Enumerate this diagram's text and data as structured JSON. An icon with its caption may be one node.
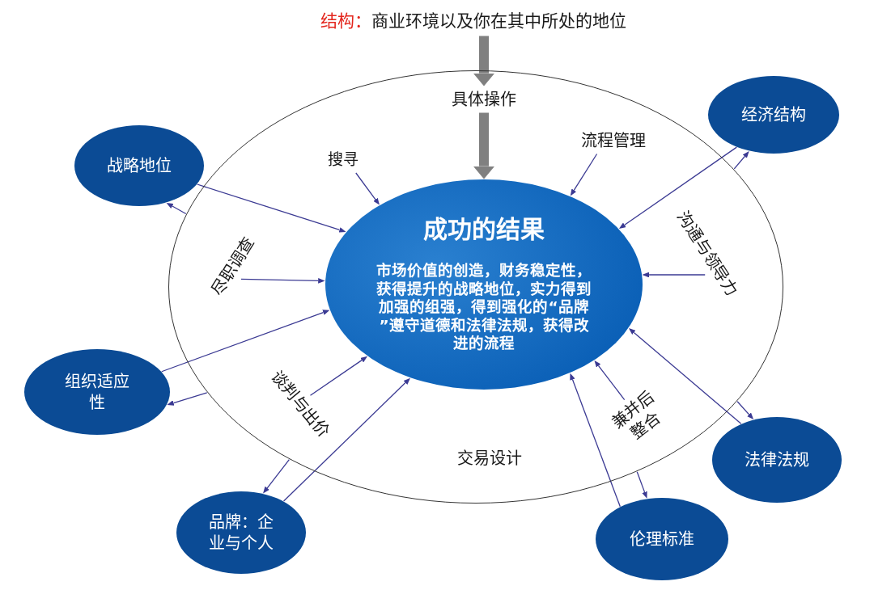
{
  "diagram": {
    "nodes": [
      {
        "text": [
          "结构：",
          "商业环境以及你在其中所处的地位"
        ]
      },
      {
        "text": [
          "交易设计"
        ]
      },
      {
        "text": [
          "具体操作"
        ],
        "in": 1
      },
      {
        "text": [
          "搜寻"
        ],
        "in": 1
      },
      {
        "text": [
          "流程管理"
        ],
        "in": 1
      },
      {
        "text": [
          "成功的结果",
          "市场价值的创造，财务稳定性，获得提升的战略地位，实力得到加强的组强，得到强化的“品牌”遵守道德和法律法规，获得改进的流程"
        ],
        "in": 1
      },
      {
        "text": [
          "尽职调查"
        ],
        "in": 1
      },
      {
        "text": [
          "沟通与领导力"
        ],
        "in": 1
      },
      {
        "text": [
          "谈判与出价"
        ],
        "in": 1
      },
      {
        "text": [
          "兼并后整合"
        ],
        "in": 1
      },
      {
        "text": [
          "战略地位"
        ]
      },
      {
        "text": [
          "经济结构"
        ]
      },
      {
        "text": [
          "组织适应性"
        ]
      },
      {
        "text": [
          "法律法规"
        ]
      },
      {
        "text": [
          "品牌：企业与个人"
        ]
      },
      {
        "text": [
          "伦理标准"
        ]
      }
    ],
    "edges": [
      {
        "from": 0,
        "to": 2,
        "arrow": "to",
        "style": "thick",
        "color": "#808080"
      },
      {
        "from": 2,
        "to": 5,
        "arrow": "to",
        "style": "thick",
        "color": "#808080"
      },
      {
        "from": 3,
        "to": 5,
        "arrow": "to"
      },
      {
        "from": 4,
        "to": 5,
        "arrow": "to"
      },
      {
        "from": 10,
        "to": 5,
        "arrow": "to"
      },
      {
        "from": 1,
        "to": 10,
        "arrow": "to"
      },
      {
        "from": 6,
        "to": 5,
        "arrow": "to"
      },
      {
        "from": 12,
        "to": 5,
        "arrow": "to"
      },
      {
        "from": 1,
        "to": 12,
        "arrow": "to"
      },
      {
        "from": 8,
        "to": 5,
        "arrow": "to"
      },
      {
        "from": 14,
        "to": 5,
        "arrow": "to"
      },
      {
        "from": 1,
        "to": 14,
        "arrow": "to"
      },
      {
        "from": 15,
        "to": 5,
        "arrow": "to"
      },
      {
        "from": 1,
        "to": 15,
        "arrow": "to"
      },
      {
        "from": 9,
        "to": 5,
        "arrow": "to"
      },
      {
        "from": 13,
        "to": 5,
        "arrow": "to"
      },
      {
        "from": 1,
        "to": 13,
        "arrow": "to"
      },
      {
        "from": 7,
        "to": 5,
        "arrow": "to"
      },
      {
        "from": 11,
        "to": 5,
        "arrow": "to"
      },
      {
        "from": 1,
        "to": 11,
        "arrow": "to"
      }
    ]
  }
}
